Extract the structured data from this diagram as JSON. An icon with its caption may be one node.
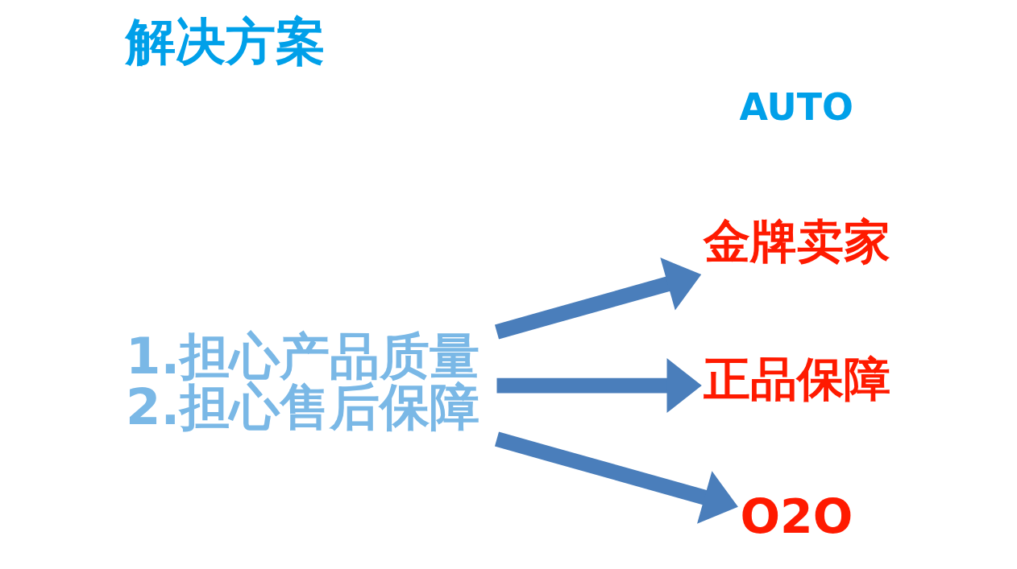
{
  "diagram": {
    "title": "解决方案",
    "nodes": [
      {
        "text": [
          "1.担心产品质量",
          "2.担心售后保障"
        ]
      },
      {
        "text": [
          "金牌卖家"
        ]
      },
      {
        "text": [
          "正品保障"
        ]
      },
      {
        "text": [
          "O2O"
        ]
      }
    ],
    "edges": [
      {
        "from": 0,
        "to": 1,
        "arrow": "to"
      },
      {
        "from": 0,
        "to": 2,
        "arrow": "to"
      },
      {
        "from": 0,
        "to": 3,
        "arrow": "to"
      }
    ],
    "labels": [
      "AUTO"
    ]
  }
}
